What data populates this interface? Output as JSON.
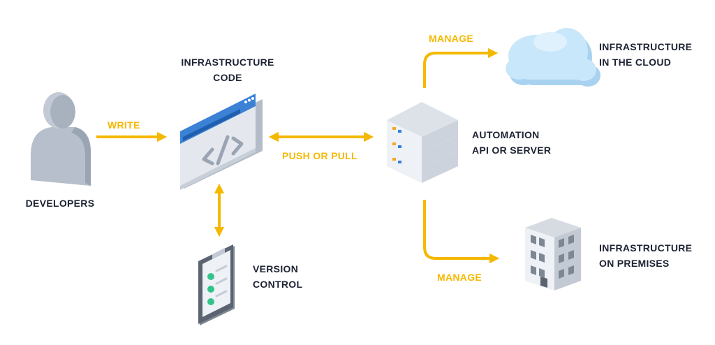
{
  "nodes": {
    "developers": {
      "label": "DEVELOPERS"
    },
    "infra_code": {
      "line1": "INFRASTRUCTURE",
      "line2": "CODE"
    },
    "version_control": {
      "line1": "VERSION",
      "line2": "CONTROL"
    },
    "automation": {
      "line1": "AUTOMATION",
      "line2": "API OR SERVER"
    },
    "cloud": {
      "line1": "INFRASTRUCTURE",
      "line2": "IN THE CLOUD"
    },
    "premises": {
      "line1": "INFRASTRUCTURE",
      "line2": "ON PREMISES"
    }
  },
  "edges": {
    "write": "WRITE",
    "push_pull": "PUSH OR PULL",
    "manage_cloud": "MANAGE",
    "manage_premises": "MANAGE"
  },
  "colors": {
    "arrow": "#f5b800",
    "label_text": "#1d2333",
    "browser_accent": "#3b82d6",
    "cloud": "#bfe0f7",
    "check": "#34c48b",
    "server_led_orange": "#f5a623",
    "server_led_blue": "#2f7fe0"
  },
  "icons": [
    "person-icon",
    "code-window-icon",
    "clipboard-icon",
    "server-stack-icon",
    "cloud-icon",
    "office-building-icon"
  ]
}
